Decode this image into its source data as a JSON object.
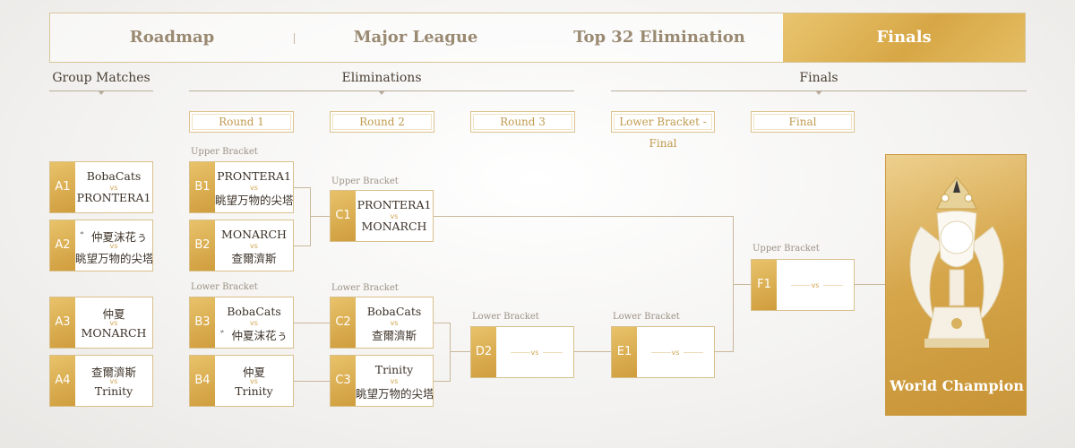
{
  "tabs": [
    {
      "label": "Roadmap"
    },
    {
      "label": "Major League"
    },
    {
      "label": "Top 32 Elimination"
    },
    {
      "label": "Finals"
    }
  ],
  "sections": {
    "group": "Group Matches",
    "elim": "Eliminations",
    "finals": "Finals"
  },
  "rounds": {
    "r1": "Round 1",
    "r2": "Round 2",
    "r3": "Round 3",
    "lbf_line1": "Lower Bracket -",
    "lbf_line2": "Final",
    "final": "Final"
  },
  "labels": {
    "upper": "Upper Bracket",
    "lower": "Lower Bracket"
  },
  "vs": "vs",
  "matches": {
    "A1": {
      "id": "A1",
      "t1": "BobaCats",
      "t2": "PRONTERA1"
    },
    "A2": {
      "id": "A2",
      "t1": "゛仲夏沫花ぅ",
      "t2": "眺望万物的尖塔"
    },
    "A3": {
      "id": "A3",
      "t1": "仲夏",
      "t2": "MONARCH"
    },
    "A4": {
      "id": "A4",
      "t1": "查爾濟斯",
      "t2": "Trinity"
    },
    "B1": {
      "id": "B1",
      "t1": "PRONTERA1",
      "t2": "眺望万物的尖塔"
    },
    "B2": {
      "id": "B2",
      "t1": "MONARCH",
      "t2": "查爾濟斯"
    },
    "B3": {
      "id": "B3",
      "t1": "BobaCats",
      "t2": "゛仲夏沫花ぅ"
    },
    "B4": {
      "id": "B4",
      "t1": "仲夏",
      "t2": "Trinity"
    },
    "C1": {
      "id": "C1",
      "t1": "PRONTERA1",
      "t2": "MONARCH"
    },
    "C2": {
      "id": "C2",
      "t1": "BobaCats",
      "t2": "查爾濟斯"
    },
    "C3": {
      "id": "C3",
      "t1": "Trinity",
      "t2": "眺望万物的尖塔"
    },
    "D2": {
      "id": "D2"
    },
    "E1": {
      "id": "E1"
    },
    "F1": {
      "id": "F1"
    }
  },
  "champion": {
    "label": "World Champion",
    "icon": "trophy-icon"
  },
  "colors": {
    "gold": "#d7a746",
    "gold_light": "#e9c56f",
    "line": "#b8ad9c"
  }
}
